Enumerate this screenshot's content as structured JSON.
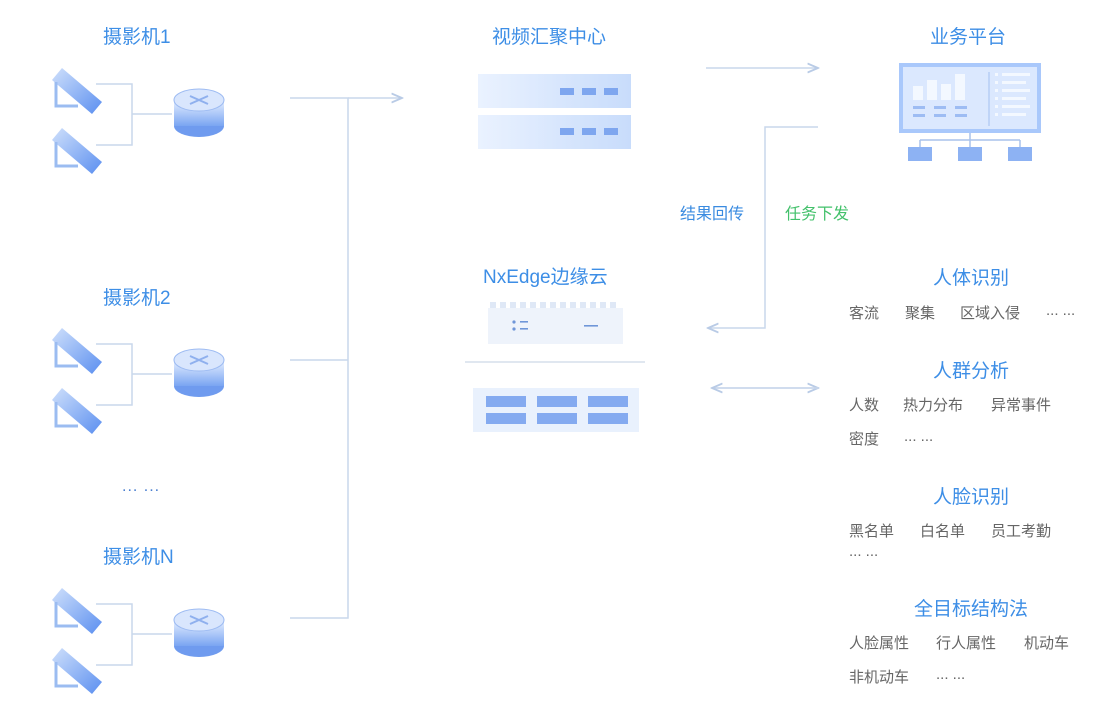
{
  "cameras": [
    {
      "label": "摄影机1"
    },
    {
      "label": "摄影机2"
    },
    {
      "label": "摄影机N"
    }
  ],
  "camera_ellipsis": "... ...",
  "center": {
    "video_center_title": "视频汇聚中心",
    "edge_cloud_title": "NxEdge边缘云"
  },
  "arrows": {
    "result_return": "结果回传",
    "task_dispatch": "任务下发"
  },
  "right": {
    "platform_title": "业务平台",
    "groups": [
      {
        "title": "人体识别",
        "rows": [
          [
            "客流",
            "聚集",
            "区域入侵",
            "... ..."
          ]
        ]
      },
      {
        "title": "人群分析",
        "rows": [
          [
            "人数",
            "热力分布",
            "异常事件"
          ],
          [
            "密度",
            "... ..."
          ]
        ]
      },
      {
        "title": "人脸识别",
        "rows": [
          [
            "黑名单",
            "白名单",
            "员工考勤"
          ],
          [
            "... ..."
          ]
        ]
      },
      {
        "title": "全目标结构法",
        "rows": [
          [
            "人脸属性",
            "行人属性",
            "机动车"
          ],
          [
            "非机动车",
            "... ..."
          ]
        ]
      }
    ]
  },
  "colors": {
    "title_blue": "#3d8ee6",
    "result_blue": "#3a8be0",
    "task_green": "#43c16b",
    "line": "#c9d7ec",
    "tag_gray": "#666666"
  }
}
